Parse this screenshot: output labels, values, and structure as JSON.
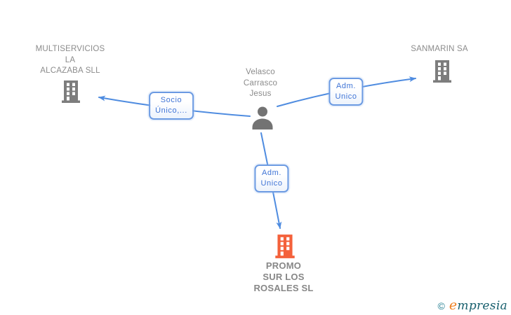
{
  "colors": {
    "edge_blue": "#4f8ce0",
    "label_border": "#6b9ae2",
    "label_text": "#3f74d6",
    "node_text": "#8b8b8b",
    "node_text_bold": "#878787",
    "icon_gray": "#7d7d7d",
    "person_gray": "#737373",
    "icon_orange": "#f4613b",
    "logo_teal": "#1e7b8f",
    "logo_dark_teal": "#175f6d",
    "logo_orange": "#ef7e1e",
    "bg": "#ffffff"
  },
  "nodes": {
    "left_company": {
      "lines": [
        "MULTISERVICIOS",
        "LA",
        "ALCAZABA SLL"
      ],
      "icon": "building-icon"
    },
    "person": {
      "lines": [
        "Velasco",
        "Carrasco",
        "Jesus"
      ],
      "icon": "person-icon"
    },
    "right_company": {
      "lines": [
        "SANMARIN SA"
      ],
      "icon": "building-icon"
    },
    "bottom_company": {
      "lines": [
        "PROMO",
        "SUR LOS",
        "ROSALES SL"
      ],
      "icon": "building-icon-orange"
    }
  },
  "edge_labels": {
    "left": {
      "lines": [
        "Socio",
        "Único,..."
      ]
    },
    "right": {
      "lines": [
        "Adm.",
        "Unico"
      ]
    },
    "bottom": {
      "lines": [
        "Adm.",
        "Unico"
      ]
    }
  },
  "watermark": {
    "copyright_symbol": "©",
    "brand_head": "e",
    "brand_tail": "mpresia"
  }
}
